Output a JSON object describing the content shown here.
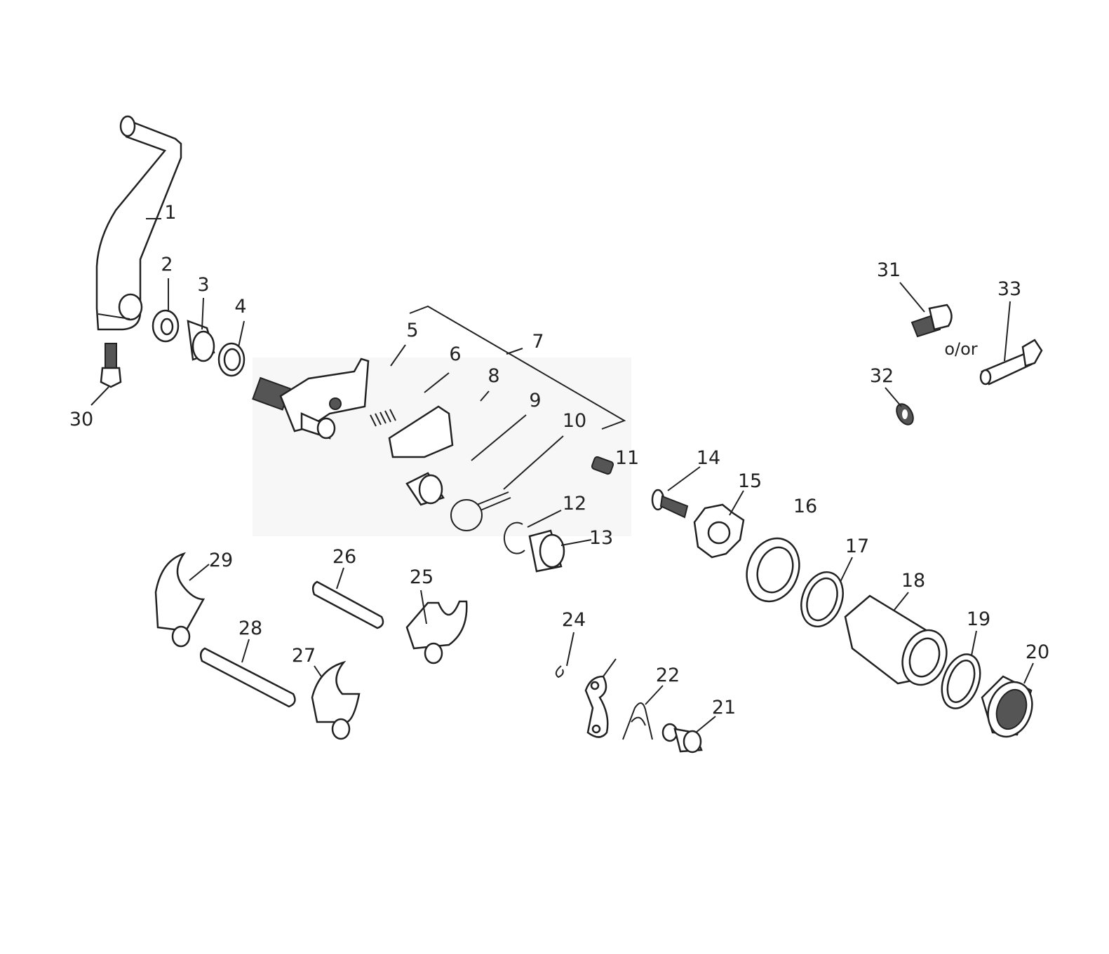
{
  "diagram": {
    "title": "Exploded parts diagram - gear shift mechanism",
    "alternative_label": "o/or",
    "callouts": {
      "c1": "1",
      "c2": "2",
      "c3": "3",
      "c4": "4",
      "c5": "5",
      "c6": "6",
      "c7": "7",
      "c8": "8",
      "c9": "9",
      "c10": "10",
      "c11": "11",
      "c12": "12",
      "c13": "13",
      "c14": "14",
      "c15": "15",
      "c16": "16",
      "c17": "17",
      "c18": "18",
      "c19": "19",
      "c20": "20",
      "c21": "21",
      "c22": "22",
      "c24": "24",
      "c25": "25",
      "c26": "26",
      "c27": "27",
      "c28": "28",
      "c29": "29",
      "c30": "30",
      "c31": "31",
      "c32": "32",
      "c33": "33"
    }
  }
}
